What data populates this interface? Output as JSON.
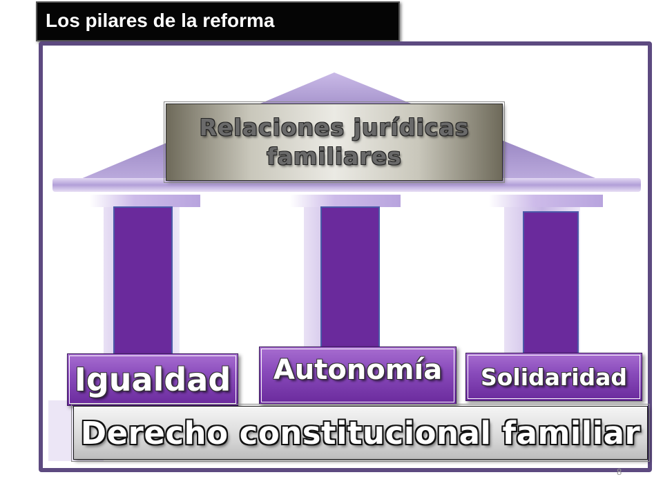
{
  "slide": {
    "title": "Los pilares de la reforma",
    "number": "8"
  },
  "diagram": {
    "roof_label_line1": "Relaciones jurídicas",
    "roof_label_line2": "familiares",
    "pillars": [
      {
        "label": "Igualdad"
      },
      {
        "label": "Autonomía"
      },
      {
        "label": "Solidaridad"
      }
    ],
    "base_label": "Derecho constitucional familiar"
  },
  "colors": {
    "frame": "#5d4a80",
    "pillar": "#6a2a9c",
    "title_bar": "#050505",
    "temple_light": "#d6c8ec"
  }
}
